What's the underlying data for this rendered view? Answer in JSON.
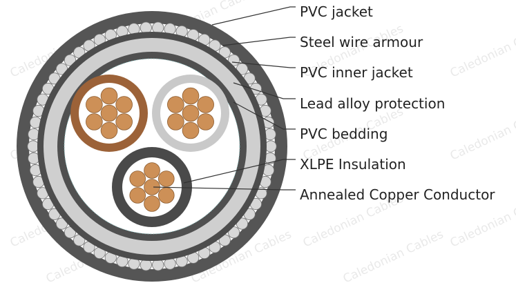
{
  "diagram": {
    "labels": [
      "PVC jacket",
      "Steel wire armour",
      "PVC inner jacket",
      "Lead alloy protection",
      "PVC bedding",
      "XLPE Insulation",
      "Annealed Copper Conductor"
    ],
    "watermark": "Caledonian Cables"
  },
  "colors": {
    "pvc_jacket": "#555555",
    "armour_wire": "#d7d7d7",
    "armour_bed": "#ffffff",
    "inner_jacket": "#4d4d4d",
    "lead_alloy": "#cfcfcf",
    "bedding": "#505050",
    "filler": "#ffffff",
    "copper": "#cd9057",
    "core1_insulation": "#9c6238",
    "core2_insulation": "#c9c9c9",
    "core3_insulation": "#4a4a4a",
    "leader": "#333333",
    "text": "#222222"
  }
}
